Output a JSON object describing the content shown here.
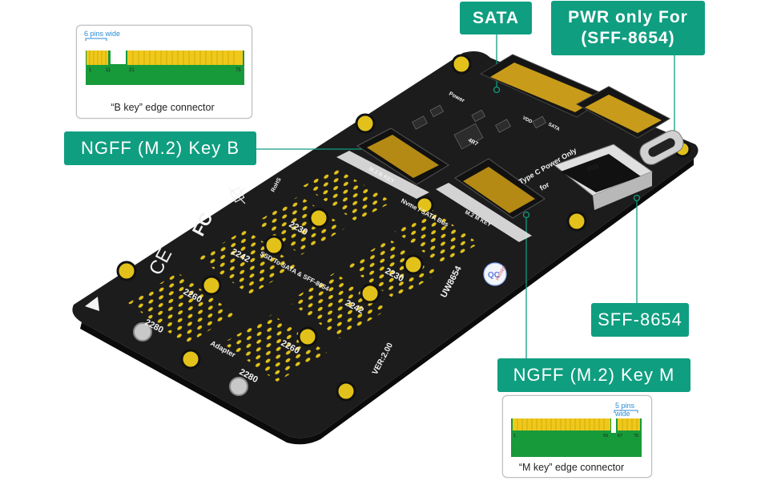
{
  "callouts": {
    "sata": "SATA",
    "pwr_line1": "PWR only For",
    "pwr_line2": "(SFF-8654)",
    "key_b": "NGFF  (M.2)  Key  B",
    "sff": "SFF-8654",
    "key_m": "NGFF  (M.2)  Key  M"
  },
  "inset_b": {
    "note": "6 pins wide",
    "caption": "“B key” edge connector",
    "pin_labels": [
      "1",
      "11",
      "21",
      "75"
    ]
  },
  "inset_m": {
    "note": "5 pins wide",
    "caption": "“M key” edge connector",
    "pin_labels": [
      "1",
      "59",
      "67",
      "75"
    ]
  },
  "board_text": {
    "sizes": [
      "2230",
      "2242",
      "2260",
      "2280",
      "2230",
      "2242",
      "2260",
      "2280"
    ],
    "model": "UW8654",
    "version": "VER:2.00",
    "adapter": "Adapter",
    "desc_1": "Nvme / SATA Bus",
    "desc_2": "SSD To SATA & SFF-8654",
    "type_c": "Type C Power Only",
    "type_c_2": "for",
    "m2_b": "M.2 B KEY",
    "m2_m": "M.2 M KEY",
    "rohs": "RoHS",
    "qc": "QC",
    "passed": "PASSED",
    "ce": "CE",
    "fc": "FC",
    "r47": "4R7",
    "power": "Power",
    "vdd": "VDD",
    "sata_label": "SATA",
    "sff_label": "2311"
  },
  "colors": {
    "accent": "#0f9e80",
    "board": "#1c1c1c",
    "pad": "#e2c21a",
    "edge_green": "#179a3a",
    "note_blue": "#2a8bd6"
  }
}
